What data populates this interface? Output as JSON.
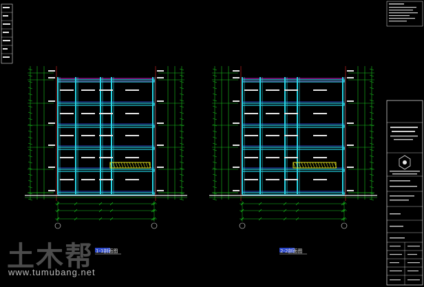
{
  "watermark": {
    "logo_text": "土木帮",
    "url": "www.tumubang.net"
  },
  "sections": {
    "left_label": "1-1剖面图",
    "right_label": "2-2剖面图"
  },
  "title_block": {
    "lines": [
      "",
      "",
      "",
      "",
      ""
    ]
  },
  "colors": {
    "background": "#000000",
    "green": "#19c81e",
    "cyan": "#27d6e6",
    "white": "#e8e8e8",
    "magenta": "#d21fd2",
    "red": "#e02020",
    "yellow": "#e6e61e",
    "blue": "#3a5cff"
  }
}
